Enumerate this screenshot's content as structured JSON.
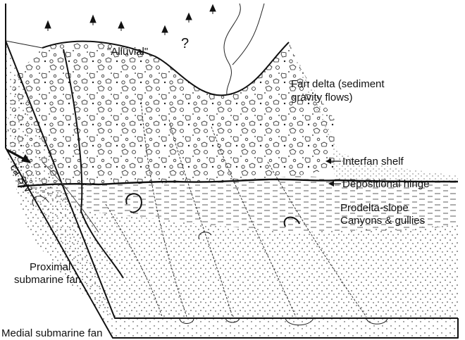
{
  "labels": {
    "alluvial": "\"Alluvial\"",
    "question": "?",
    "fan_delta_1": "Fan delta (sediment",
    "fan_delta_2": "gravity flows)",
    "interfan_shelf": "Interfan shelf",
    "depositional_hinge": "Depositional hinge",
    "prodelta_1": "Prodelta-slope",
    "prodelta_2": "Canyons & gullies",
    "direction": "ca SW",
    "proximal_1": "Proximal",
    "proximal_2": "submarine fan",
    "medial": "Medial submarine fan"
  },
  "colors": {
    "ink": "#111111",
    "paper": "#ffffff"
  },
  "icons": [
    "tree-icon",
    "tree-icon",
    "tree-icon",
    "tree-icon",
    "tree-icon",
    "tree-icon",
    "direction-arrow-icon"
  ]
}
